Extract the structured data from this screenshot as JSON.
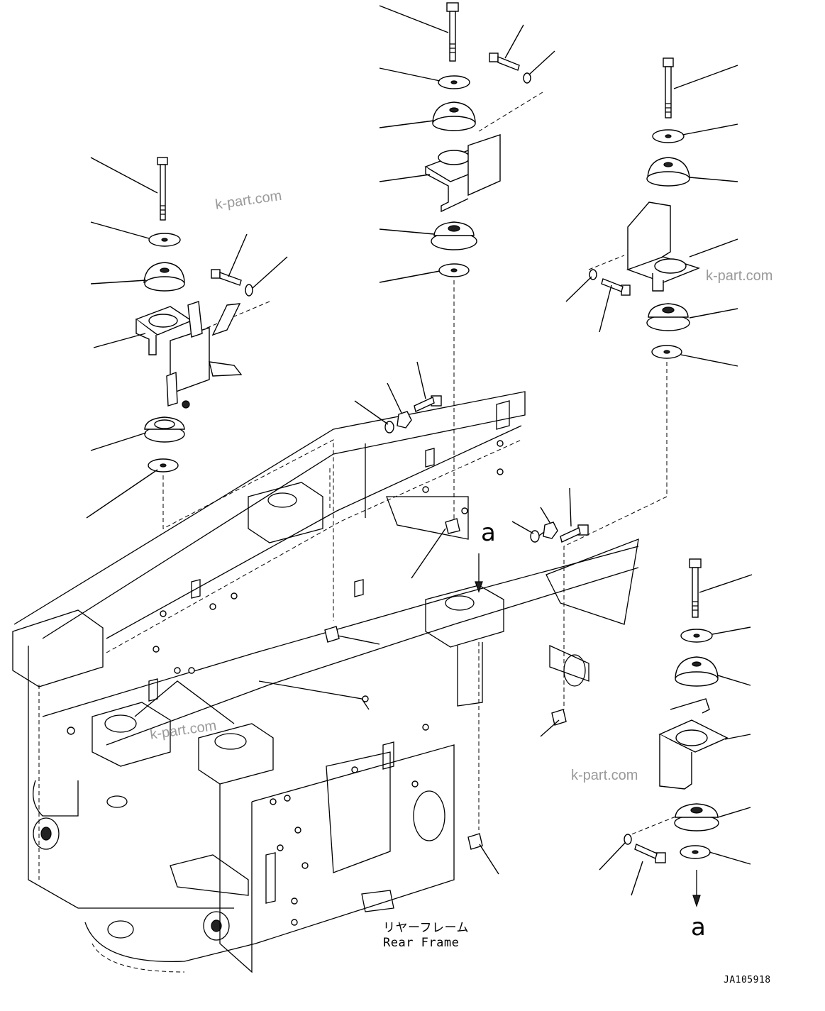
{
  "watermarks": [
    "k-part.com",
    "k-part.com",
    "k-part.com",
    "k-part.com"
  ],
  "view_labels": {
    "upper": "a",
    "lower": "a"
  },
  "frame_caption": {
    "japanese": "リヤーフレーム",
    "english": "Rear Frame"
  },
  "drawing_id": "JA105918",
  "colors": {
    "line": "#000000",
    "watermark": "#9a9a9a",
    "background": "#ffffff"
  },
  "icons": [
    "bolt-icon",
    "washer-icon",
    "rubber-mount-icon",
    "bracket-icon",
    "nut-icon",
    "frame-outline"
  ]
}
